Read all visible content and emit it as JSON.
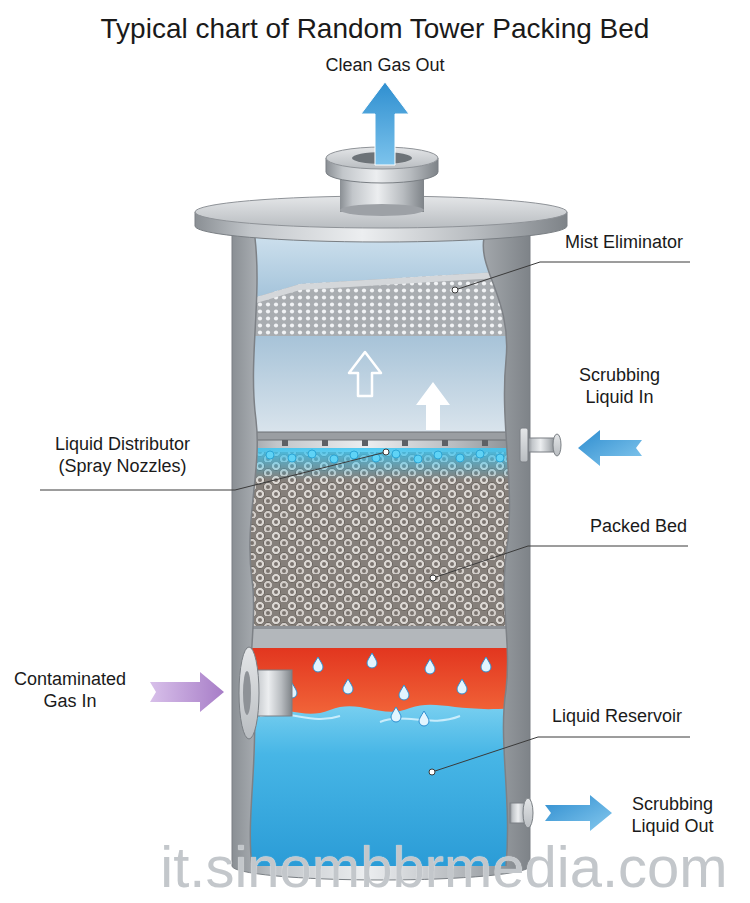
{
  "diagram": {
    "title": "Typical chart of Random Tower Packing Bed",
    "labels": [
      "Clean Gas Out",
      "Mist Eliminator",
      "Scrubbing Liquid In",
      "Liquid Distributor (Spray Nozzles)",
      "Packed Bed",
      "Contaminated Gas In",
      "Liquid Reservoir",
      "Scrubbing Liquid Out",
      "it.sinombbrmedia.com"
    ]
  }
}
